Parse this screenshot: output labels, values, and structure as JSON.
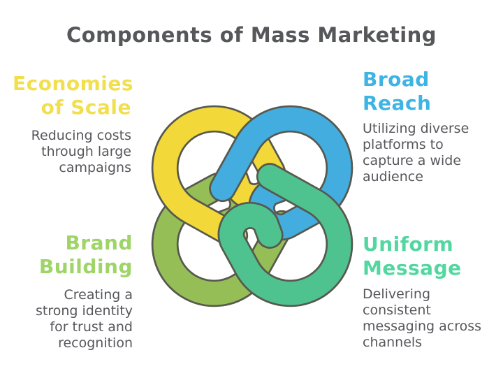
{
  "title": "Components of Mass Marketing",
  "colors": {
    "background": "#FFFFFF",
    "title_text": "#56575B",
    "body_text": "#56575B",
    "knot_outline": "#57584E",
    "knot_yellow": "#F2D838",
    "knot_blue": "#42ADDE",
    "knot_green": "#95BE57",
    "knot_mint": "#4FC38F",
    "heading_yellow": "#F2DF4E",
    "heading_blue": "#3EB4E5",
    "heading_green": "#9FD468",
    "heading_mint": "#53D7A0"
  },
  "knot": {
    "icon": "interlocked-hooks-knot",
    "description_colors_clockwise_from_top_left": [
      "yellow",
      "blue",
      "mint",
      "green"
    ]
  },
  "quadrants": [
    {
      "id": "economies-of-scale",
      "heading_lines": [
        "Economies",
        "of Scale"
      ],
      "body_lines": [
        "Reducing costs",
        "through large",
        "campaigns"
      ]
    },
    {
      "id": "broad-reach",
      "heading_lines": [
        "Broad",
        "Reach"
      ],
      "body_lines": [
        "Utilizing diverse",
        "platforms to",
        "capture a wide",
        "audience"
      ]
    },
    {
      "id": "brand-building",
      "heading_lines": [
        "Brand",
        "Building"
      ],
      "body_lines": [
        "Creating a",
        "strong identity",
        "for trust and",
        "recognition"
      ]
    },
    {
      "id": "uniform-message",
      "heading_lines": [
        "Uniform",
        "Message"
      ],
      "body_lines": [
        "Delivering",
        "consistent",
        "messaging across",
        "channels"
      ]
    }
  ]
}
